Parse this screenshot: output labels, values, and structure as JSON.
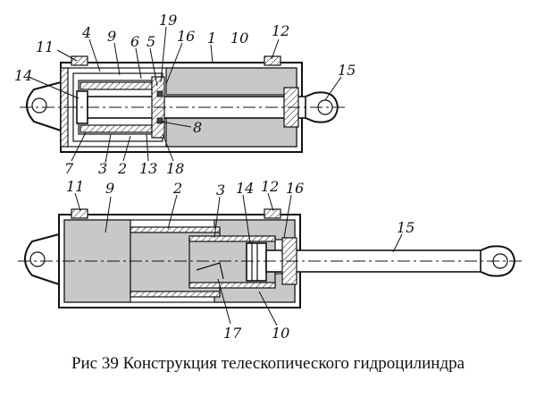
{
  "figure": {
    "caption": "Рис 39 Конструкция телескопического гидроцилиндра"
  },
  "top_view": {
    "labels": [
      "11",
      "4",
      "9",
      "6",
      "5",
      "19",
      "16",
      "1",
      "10",
      "12",
      "14",
      "15",
      "8",
      "7",
      "3",
      "2",
      "13",
      "18"
    ]
  },
  "bottom_view": {
    "labels": [
      "11",
      "9",
      "2",
      "3",
      "14",
      "12",
      "16",
      "15",
      "17",
      "10"
    ]
  },
  "colors": {
    "cavity": "#c8c8c8",
    "line": "#111111",
    "seal": "#444444"
  }
}
